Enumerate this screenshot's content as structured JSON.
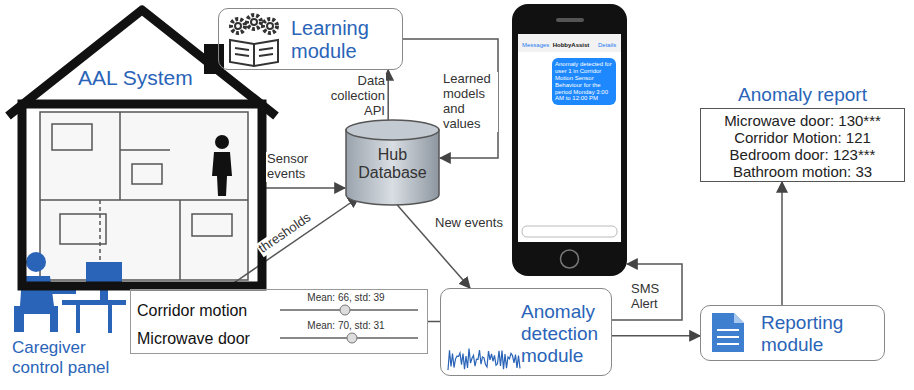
{
  "diagram": {
    "nodes": [
      {
        "text": [
          "AAL System"
        ]
      },
      {
        "text": [
          "Learning module"
        ]
      },
      {
        "text": [
          "Hub Database"
        ]
      },
      {
        "text": [
          "Messages",
          "HobbyAssist",
          "Details",
          "Anomaly detected for user 1 in Corridor Motion Sensor Behaviour for the period Monday 3:00 AM to 12:00 PM"
        ]
      },
      {
        "text": [
          "Anomaly report",
          "Microwave door: 130***",
          "Corridor Motion: 121",
          "Bedroom door: 123***",
          "Bathroom motion: 33"
        ]
      },
      {
        "text": [
          "Corridor motion",
          "Mean: 66, std: 39",
          "Microwave door",
          "Mean: 70, std: 31"
        ]
      },
      {
        "text": [
          "Anomaly detection module"
        ]
      },
      {
        "text": [
          "Reporting module"
        ]
      }
    ],
    "edges": [
      {
        "from": 0,
        "to": 2,
        "label": "Sensor events",
        "arrow": "to"
      },
      {
        "from": 2,
        "to": 1,
        "label": "Data collection API",
        "arrow": "to"
      },
      {
        "from": 1,
        "to": 2,
        "label": "Learned models and values",
        "arrow": "to"
      },
      {
        "from": 5,
        "to": 2,
        "label": "thresholds",
        "arrow": "to"
      },
      {
        "from": 2,
        "to": 6,
        "label": "New events",
        "arrow": "to"
      },
      {
        "from": 5,
        "to": 6,
        "arrow": "none"
      },
      {
        "from": 6,
        "to": 3,
        "label": "SMS Alert",
        "arrow": "to"
      },
      {
        "from": 6,
        "to": 7,
        "arrow": "to"
      },
      {
        "from": 7,
        "to": 4,
        "arrow": "to"
      }
    ],
    "labels": [
      "Caregiver control panel"
    ]
  }
}
